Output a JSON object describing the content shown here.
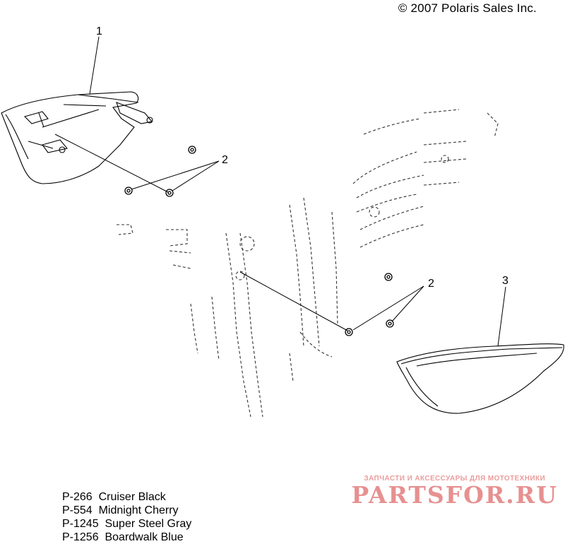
{
  "copyright": "© 2007 Polaris Sales Inc.",
  "callouts": [
    {
      "id": "1",
      "text": "1"
    },
    {
      "id": "2a",
      "text": "2"
    },
    {
      "id": "2b",
      "text": "2"
    },
    {
      "id": "3",
      "text": "3"
    }
  ],
  "colors": [
    {
      "code": "P-266",
      "name": "Cruiser Black"
    },
    {
      "code": "P-554",
      "name": "Midnight Cherry"
    },
    {
      "code": "P-1245",
      "name": "Super Steel Gray"
    },
    {
      "code": "P-1256",
      "name": "Boardwalk Blue"
    }
  ],
  "watermark": {
    "tagline": "ЗАПЧАСТИ И АКСЕССУАРЫ ДЛЯ МОТОТЕХНИКИ",
    "brand": "PARTSFOR.RU",
    "color": "#e06c6c"
  }
}
